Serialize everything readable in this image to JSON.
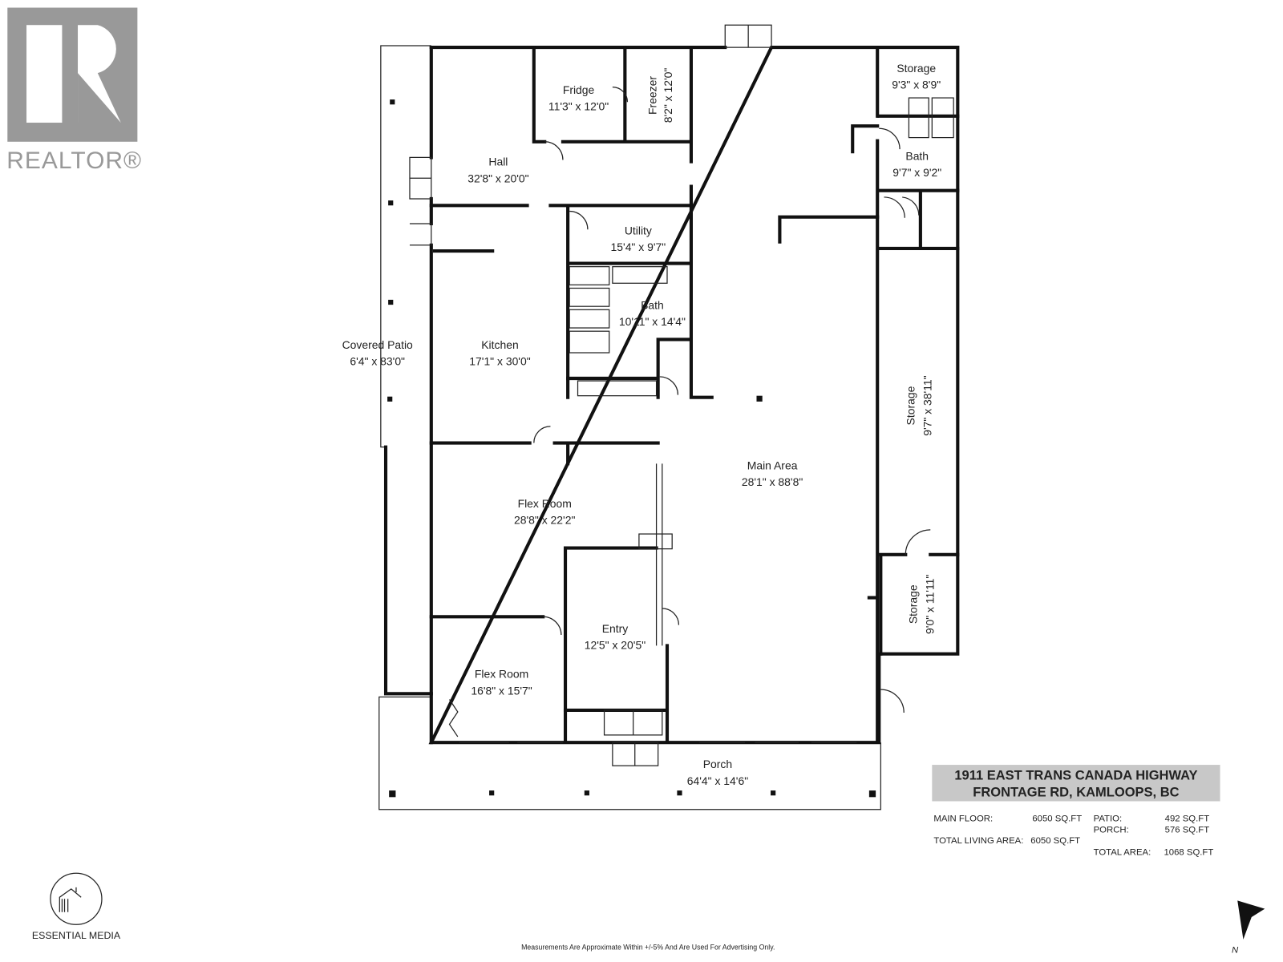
{
  "logos": {
    "realtor": "REALTOR®",
    "essential_media": "ESSENTIAL MEDIA"
  },
  "rooms": [
    {
      "name": "Fridge",
      "size": "11'3\" x 12'0\""
    },
    {
      "name": "Freezer",
      "size": "8'2\" x 12'0\""
    },
    {
      "name": "Storage",
      "size": "9'3\" x 8'9\""
    },
    {
      "name": "Bath",
      "size": "9'7\" x 9'2\""
    },
    {
      "name": "Hall",
      "size": "32'8\" x 20'0\""
    },
    {
      "name": "Utility",
      "size": "15'4\" x 9'7\""
    },
    {
      "name": "Bath",
      "size": "10'11\" x 14'4\""
    },
    {
      "name": "Kitchen",
      "size": "17'1\" x 30'0\""
    },
    {
      "name": "Covered Patio",
      "size": "6'4\" x 83'0\""
    },
    {
      "name": "Storage",
      "size": "9'7\" x 38'11\""
    },
    {
      "name": "Main Area",
      "size": "28'1\" x 88'8\""
    },
    {
      "name": "Flex Room",
      "size": "28'8\" x 22'2\""
    },
    {
      "name": "Storage",
      "size": "9'0\" x 11'11\""
    },
    {
      "name": "Entry",
      "size": "12'5\" x 20'5\""
    },
    {
      "name": "Flex Room",
      "size": "16'8\" x 15'7\""
    },
    {
      "name": "Porch",
      "size": "64'4\" x 14'6\""
    }
  ],
  "summary": {
    "address_line1": "1911 EAST TRANS CANADA HIGHWAY",
    "address_line2": "FRONTAGE RD, KAMLOOPS, BC",
    "main_floor_label": "MAIN FLOOR:",
    "main_floor_value": "6050 SQ.FT",
    "total_living_label": "TOTAL LIVING AREA:",
    "total_living_value": "6050 SQ.FT",
    "patio_label": "PATIO:",
    "patio_value": "492 SQ.FT",
    "porch_label": "PORCH:",
    "porch_value": "576 SQ.FT",
    "total_area_label": "TOTAL AREA:",
    "total_area_value": "1068 SQ.FT"
  },
  "compass": {
    "label": "N"
  },
  "disclaimer": "Measurements Are Approximate Within +/-5% And Are Used For Advertising Only."
}
